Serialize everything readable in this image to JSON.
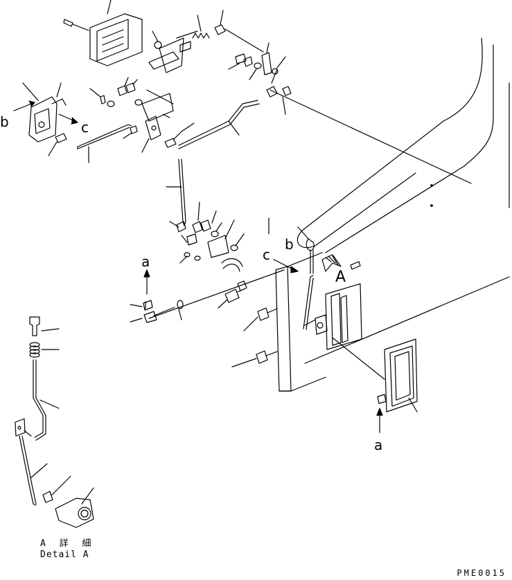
{
  "labels": {
    "b_left": "b",
    "c_left": "c",
    "a_left": "a",
    "c_right": "c",
    "b_right": "b",
    "A_callout": "A",
    "a_bottom": "a"
  },
  "detail": {
    "title": "A 詳 細",
    "subtitle": "Detail A"
  },
  "drawing_code": "PME0015",
  "colors": {
    "line": "#000000",
    "background": "#ffffff"
  }
}
